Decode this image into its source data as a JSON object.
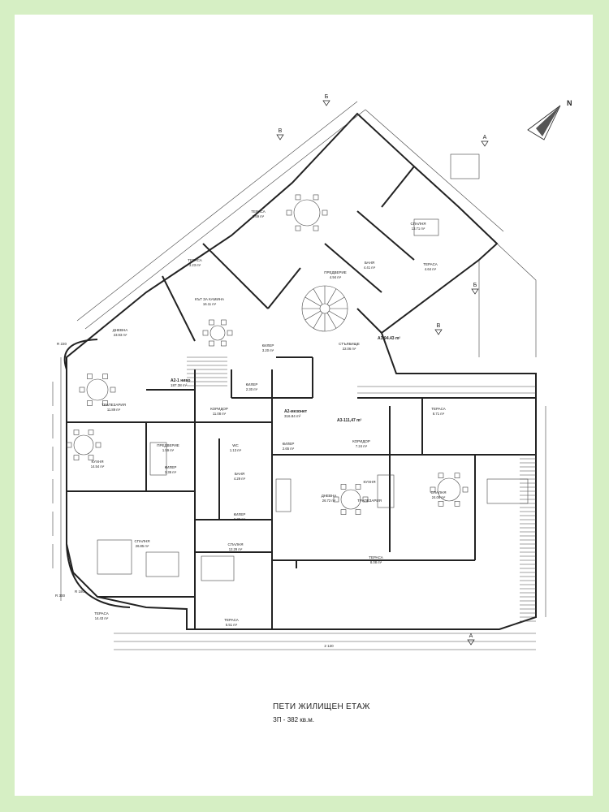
{
  "title": "ПЕТИ ЖИЛИЩЕН ЕТАЖ",
  "subtitle": "ЗП - 382 кв.м.",
  "north_label": "N",
  "section_marks": [
    "А",
    "А",
    "Б",
    "Б",
    "В",
    "В"
  ],
  "rooms": [
    {
      "name": "ТЕРАСА",
      "area": "5.69 m²"
    },
    {
      "name": "ТЕРАСА",
      "area": "3.23 m²"
    },
    {
      "name": "КЪТ ЗА КАМИНА",
      "area": "16.11 m²"
    },
    {
      "name": "ДНЕВНА",
      "area": "23.93 m²"
    },
    {
      "name": "ТРАПЕЗАРИЯ",
      "area": "11.89 m²"
    },
    {
      "name": "КУХНЯ",
      "area": "14.54 m²"
    },
    {
      "name": "КИЛЕР",
      "area": "3.36 m²"
    },
    {
      "name": "ПРЕДВЕРИЕ",
      "area": "1.59 m²"
    },
    {
      "name": "СПАЛНЯ",
      "area": "26.85 m²"
    },
    {
      "name": "ТЕРАСА",
      "area": "14.43 m²"
    },
    {
      "name": "ТЕРАСА",
      "area": "5.51 m²"
    },
    {
      "name": "СПАЛНЯ",
      "area": "12.29 m²"
    },
    {
      "name": "КИЛЕР",
      "area": "2.78 m²"
    },
    {
      "name": "БАНЯ",
      "area": "4.29 m²"
    },
    {
      "name": "WC",
      "area": "1.13 m²"
    },
    {
      "name": "КОРИДОР",
      "area": "11.08 m²"
    },
    {
      "name": "КИЛЕР",
      "area": "2.30 m²"
    },
    {
      "name": "КИЛЕР",
      "area": "3.20 m²"
    },
    {
      "name": "СТЪЛБИЩЕ",
      "area": "22.06 m²"
    },
    {
      "name": "ПРЕДВЕРИЕ",
      "area": "4.94 m²"
    },
    {
      "name": "БАНЯ",
      "area": "4.41 m²"
    },
    {
      "name": "ТЕРАСА",
      "area": "4.64 m²"
    },
    {
      "name": "СПАЛНЯ",
      "area": "13.71 m²"
    },
    {
      "name": "ДНЕВНА",
      "area": "26.72 m²"
    },
    {
      "name": "ТРАПЕЗАРИЯ",
      "area": ""
    },
    {
      "name": "КУХНЯ",
      "area": ""
    },
    {
      "name": "КОРИДОР",
      "area": "7.24 m²"
    },
    {
      "name": "КИЛЕР",
      "area": "2.65 m²"
    },
    {
      "name": "СПАЛНЯ",
      "area": "24.08 m²"
    },
    {
      "name": "ТЕРАСА",
      "area": "8.71 m²"
    },
    {
      "name": "ТЕРАСА",
      "area": "8.08 m²"
    }
  ],
  "apartments": [
    {
      "name": "А2-1 ниво",
      "area": "187.38 m²"
    },
    {
      "name": "А2-мезонет",
      "area": "316.84 m²"
    },
    {
      "name": "А3-111,47 m²",
      "area": ""
    },
    {
      "name": "А1-94.43 m²",
      "area": ""
    }
  ],
  "dimensions": {
    "overall": "2 120",
    "radius_top": "R 220",
    "radius_bottom": "R 300",
    "radius_inner": "R 180"
  },
  "colors": {
    "frame": "#d6efc4",
    "sheet": "#ffffff",
    "ink": "#222222"
  }
}
